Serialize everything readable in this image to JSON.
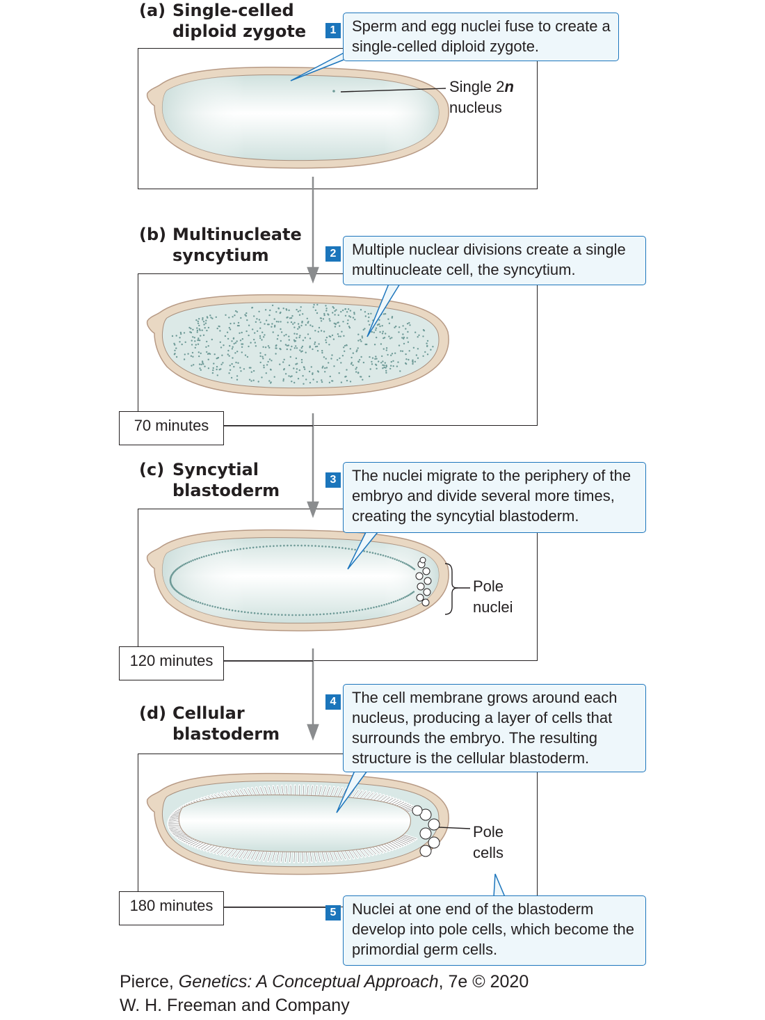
{
  "stages": [
    {
      "letter": "(a)",
      "title_line1": "Single-celled",
      "title_line2": "diploid zygote",
      "step": "1",
      "callout": "Sperm and egg nuclei fuse to create a single-celled diploid zygote."
    },
    {
      "letter": "(b)",
      "title_line1": "Multinucleate",
      "title_line2": "syncytium",
      "step": "2",
      "callout": "Multiple nuclear divisions create a single multinucleate cell, the syncytium.",
      "time": "70 minutes"
    },
    {
      "letter": "(c)",
      "title_line1": "Syncytial",
      "title_line2": "blastoderm",
      "step": "3",
      "callout": "The nuclei migrate to the periphery of the embryo and divide several more times, creating the syncytial blastoderm.",
      "time": "120 minutes"
    },
    {
      "letter": "(d)",
      "title_line1": "Cellular",
      "title_line2": "blastoderm",
      "step": "4",
      "callout": "The cell membrane grows around each nucleus, producing a layer of cells that surrounds the embryo. The resulting structure is the cellular blastoderm.",
      "time": "180 minutes"
    }
  ],
  "step5": {
    "step": "5",
    "callout": "Nuclei at one end of the blastoderm develop into pole cells, which become the primordial germ cells."
  },
  "labels": {
    "nucleus_line1": "Single 2",
    "nucleus_n": "n",
    "nucleus_line2": "nucleus",
    "pole_nuclei_line1": "Pole",
    "pole_nuclei_line2": "nuclei",
    "pole_cells_line1": "Pole",
    "pole_cells_line2": "cells"
  },
  "credit": {
    "prefix": "Pierce, ",
    "book": "Genetics: A Conceptual Approach",
    "suffix": ", 7e © 2020",
    "publisher": "W. H. Freeman and Company"
  },
  "colors": {
    "callout_border": "#1c75bc",
    "callout_fill": "#eef7fb",
    "step_badge": "#1b75bb",
    "shell": "#e9d8c3",
    "shell_outline": "#b79a85",
    "yolk": "#d7e6e4",
    "nuclei": "#6e9a97",
    "arrow": "#8a8c8e"
  }
}
